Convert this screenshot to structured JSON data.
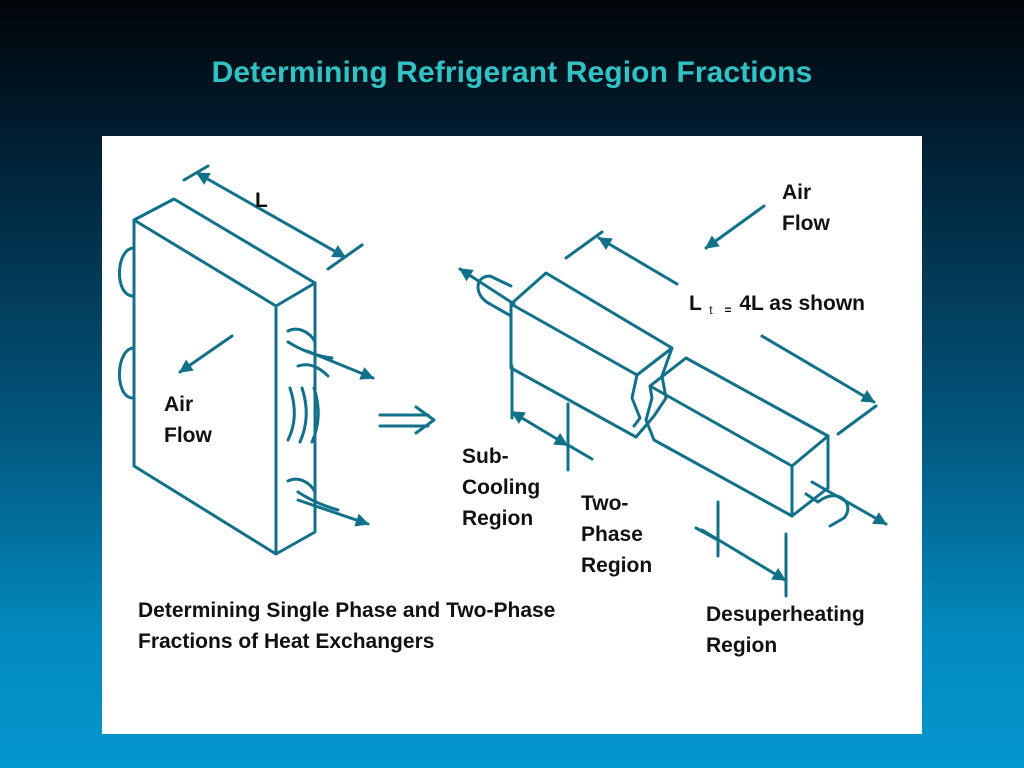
{
  "title": "Determining Refrigerant Region Fractions",
  "colors": {
    "background_top": "#000508",
    "background_bottom": "#0398cf",
    "title": "#2fc3c6",
    "drawing_ink": "#11708a",
    "panel": "#ffffff"
  },
  "labels": {
    "l_dimension": "L",
    "air_flow_left": [
      "Air",
      "Flow"
    ],
    "air_flow_right": [
      "Air",
      "Flow"
    ],
    "lt_main": "L",
    "lt_subscript": "t",
    "lt_equals": "=",
    "lt_value": "4L as shown",
    "sub_cooling": [
      "Sub-",
      "Cooling",
      "Region"
    ],
    "two_phase": [
      "Two-",
      "Phase",
      "Region"
    ],
    "desuperheating": [
      "Desuperheating",
      "Region"
    ],
    "caption": [
      "Determining Single Phase and Two-Phase",
      "Fractions of Heat Exchangers"
    ]
  }
}
